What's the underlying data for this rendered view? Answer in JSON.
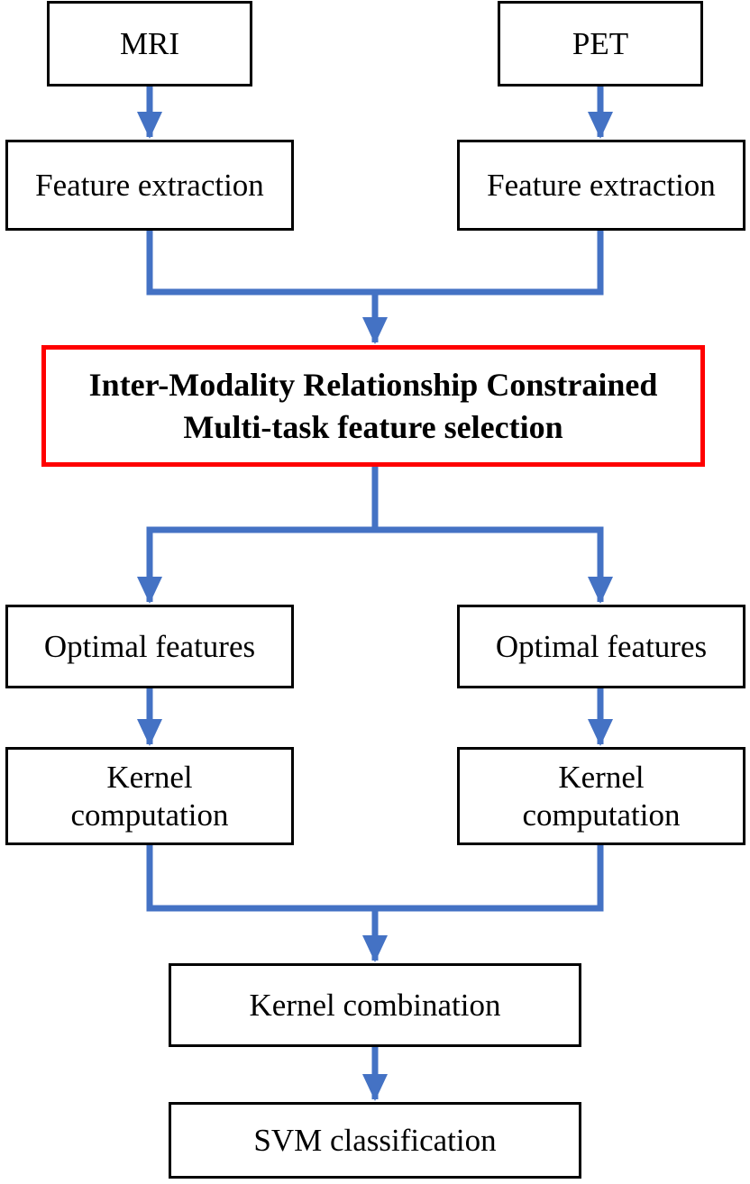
{
  "colors": {
    "connector": "#4472C4",
    "box_border": "#000000",
    "highlight_border": "#FF0000"
  },
  "nodes": {
    "mri": {
      "label": "MRI"
    },
    "pet": {
      "label": "PET"
    },
    "feature_extraction_left": {
      "label": "Feature extraction"
    },
    "feature_extraction_right": {
      "label": "Feature extraction"
    },
    "feature_selection": {
      "line1": "Inter-Modality Relationship Constrained",
      "line2": "Multi-task feature selection"
    },
    "optimal_features_left": {
      "label": "Optimal features"
    },
    "optimal_features_right": {
      "label": "Optimal features"
    },
    "kernel_computation_left": {
      "line1": "Kernel",
      "line2": "computation"
    },
    "kernel_computation_right": {
      "line1": "Kernel",
      "line2": "computation"
    },
    "kernel_combination": {
      "label": "Kernel combination"
    },
    "svm_classification": {
      "label": "SVM classification"
    }
  }
}
